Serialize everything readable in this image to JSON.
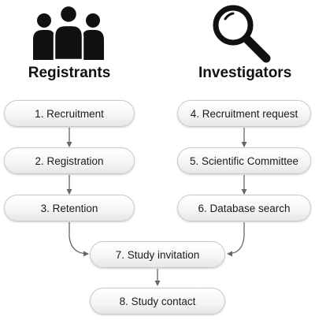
{
  "headings": {
    "left": "Registrants",
    "right": "Investigators"
  },
  "icons": {
    "left": "people-group-icon",
    "right": "magnifying-glass-icon",
    "color": "#111111"
  },
  "steps": {
    "recruitment": "1. Recruitment",
    "registration": "2. Registration",
    "retention": "3. Retention",
    "recruitment_request": "4. Recruitment request",
    "scientific_committee": "5. Scientific Committee",
    "database_search": "6. Database search",
    "study_invitation": "7. Study invitation",
    "study_contact": "8. Study contact"
  },
  "colors": {
    "box_border": "#c9c9c9",
    "connector": "#666666"
  }
}
